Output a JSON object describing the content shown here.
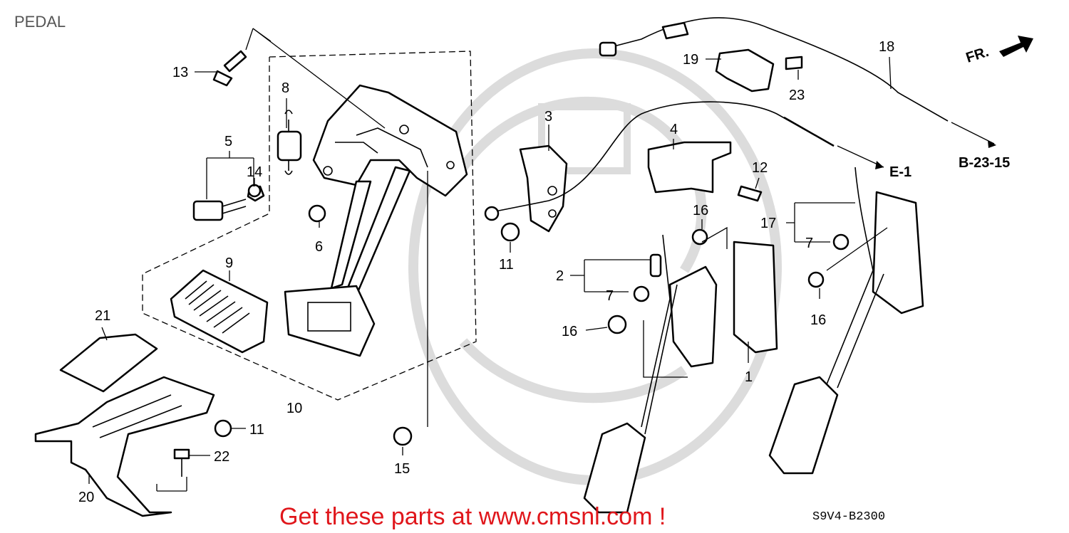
{
  "title": "PEDAL",
  "direction_label": "FR.",
  "ref_b2315": "B-23-15",
  "ref_e1": "E-1",
  "diagram_code": "S9V4-B2300",
  "promo_text": "Get these parts at www.cmsnl.com !",
  "callouts": {
    "c1": "1",
    "c2": "2",
    "c3": "3",
    "c4": "4",
    "c5": "5",
    "c6": "6",
    "c7a": "7",
    "c7b": "7",
    "c8": "8",
    "c9": "9",
    "c10": "10",
    "c11a": "11",
    "c11b": "11",
    "c12": "12",
    "c13": "13",
    "c14": "14",
    "c15": "15",
    "c16a": "16",
    "c16b": "16",
    "c16c": "16",
    "c17": "17",
    "c18": "18",
    "c19": "19",
    "c20": "20",
    "c21": "21",
    "c22": "22",
    "c23": "23"
  },
  "colors": {
    "promo": "#e0161b",
    "watermark": "#dcdcdc",
    "ink": "#000000"
  }
}
